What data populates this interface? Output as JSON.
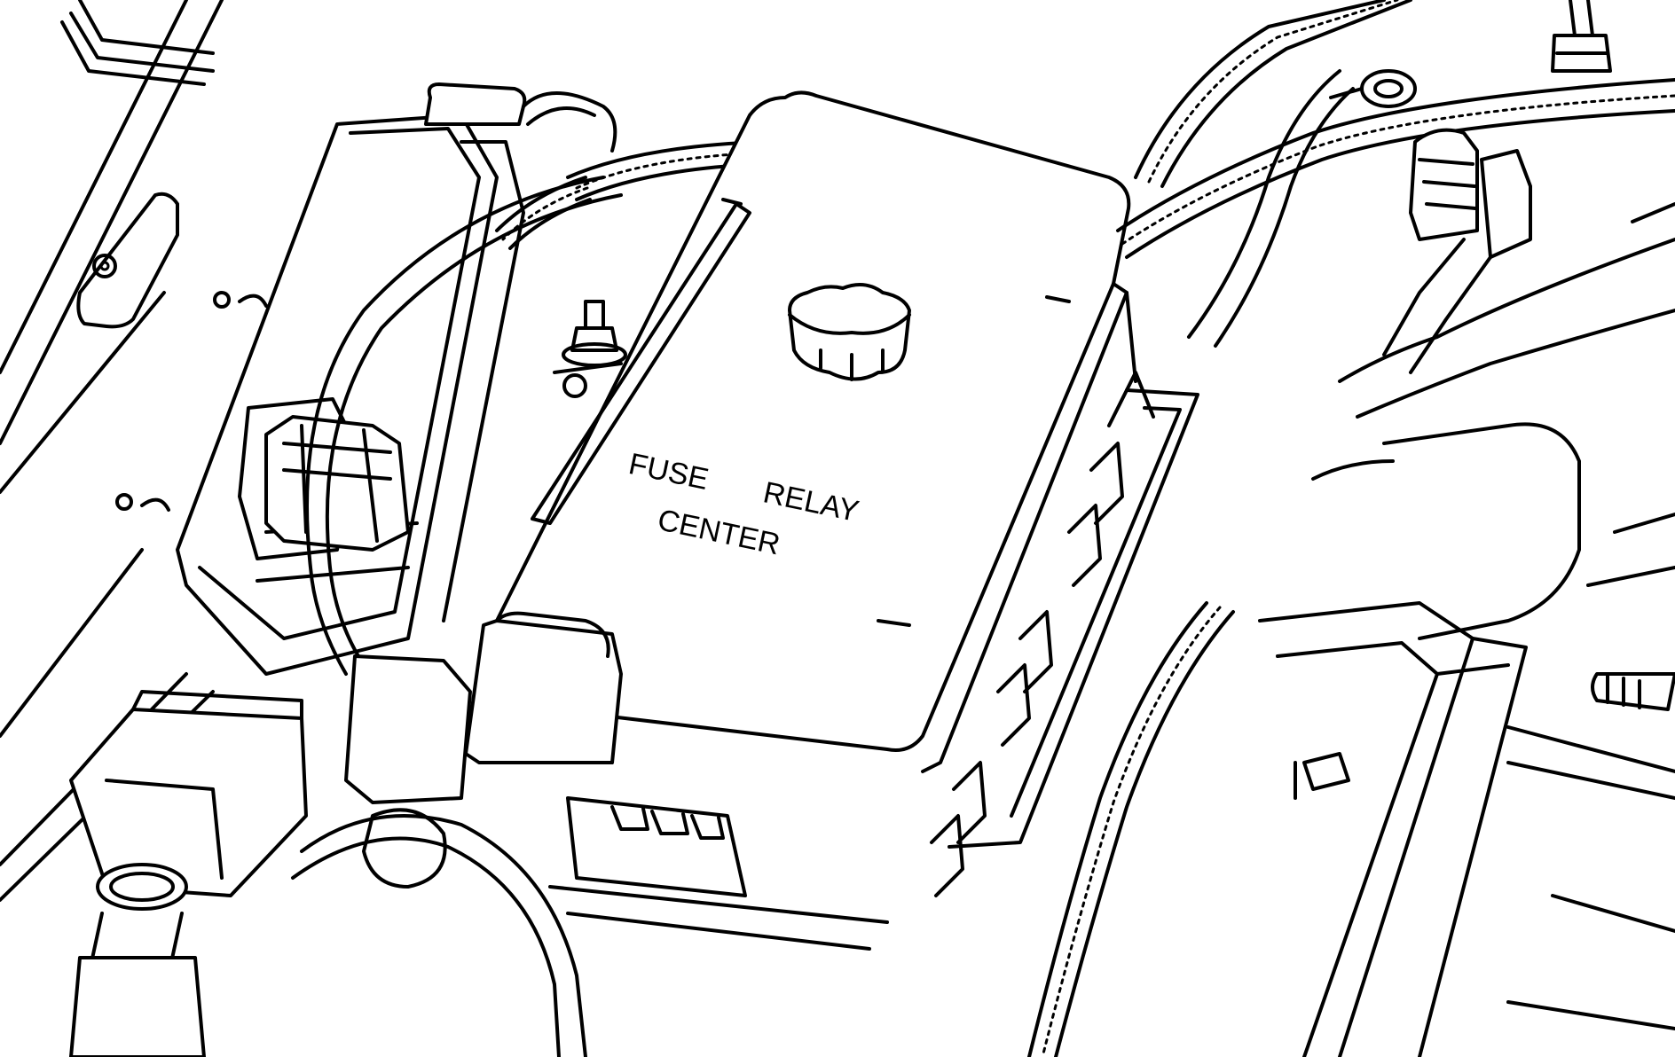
{
  "diagram": {
    "label": {
      "line1_word1": "FUSE",
      "line1_word2": "RELAY",
      "line2": "CENTER"
    }
  }
}
